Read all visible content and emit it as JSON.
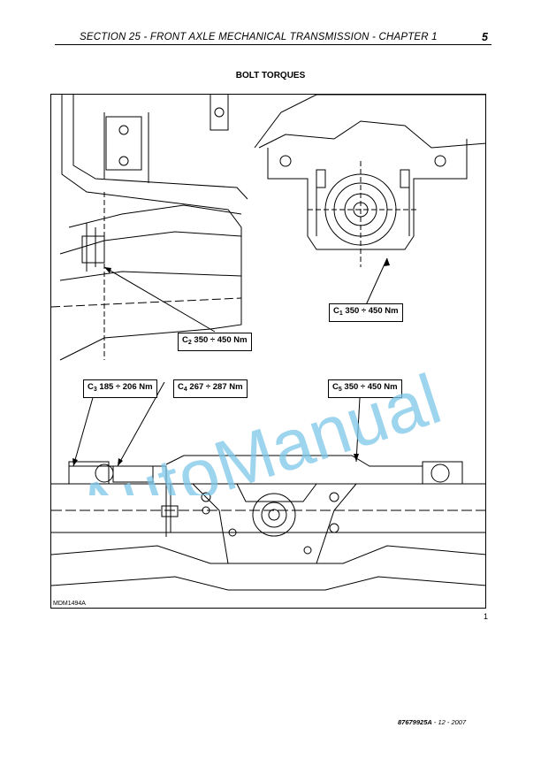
{
  "header": {
    "title": "SECTION 25 - FRONT AXLE MECHANICAL TRANSMISSION - CHAPTER 1",
    "page_number": "5"
  },
  "heading": "BOLT TORQUES",
  "callouts": {
    "c1": {
      "letter": "C",
      "sub": "1",
      "value": " 350 ÷ 450 Nm"
    },
    "c2": {
      "letter": "C",
      "sub": "2",
      "value": " 350 ÷ 450 Nm"
    },
    "c3": {
      "letter": "C",
      "sub": "3",
      "value": " 185 ÷ 206 Nm"
    },
    "c4": {
      "letter": "C",
      "sub": "4",
      "value": " 267 ÷ 287 Nm"
    },
    "c5": {
      "letter": "C",
      "sub": "5",
      "value": " 350 ÷ 450 Nm"
    }
  },
  "figure_code": "MDM1494A",
  "figure_number": "1",
  "watermark_text": "AutoManual",
  "watermark_color": "#7cc6e8",
  "footer": {
    "doc_number": "87679925A",
    "date": " - 12 - 2007"
  }
}
